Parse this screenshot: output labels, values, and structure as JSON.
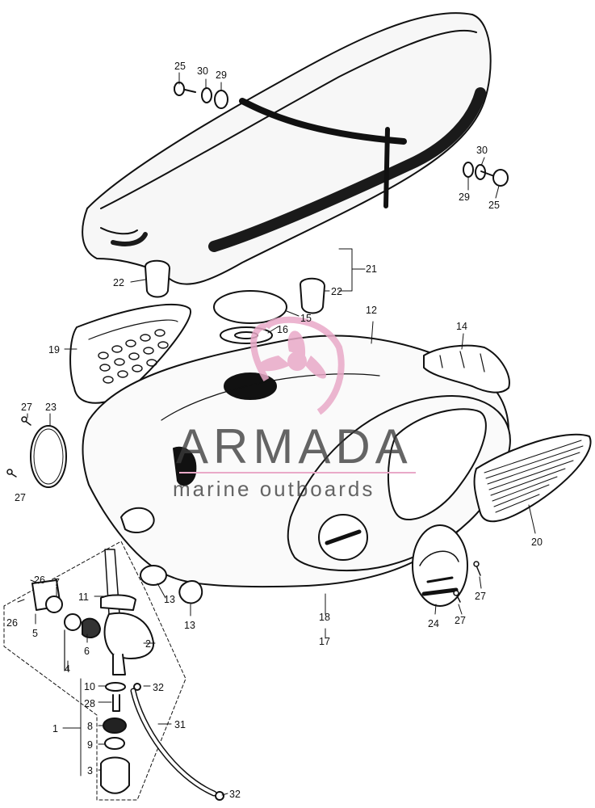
{
  "watermark": {
    "brand": "ARMADA",
    "tagline": "marine outboards",
    "accent_color": "#e9a9c8",
    "logo_icon": "propeller-logo-icon"
  },
  "callouts": [
    {
      "text": "25"
    },
    {
      "text": "30"
    },
    {
      "text": "29"
    },
    {
      "text": "30"
    },
    {
      "text": "29"
    },
    {
      "text": "25"
    },
    {
      "text": "21"
    },
    {
      "text": "22"
    },
    {
      "text": "22"
    },
    {
      "text": "15"
    },
    {
      "text": "16"
    },
    {
      "text": "12"
    },
    {
      "text": "14"
    },
    {
      "text": "19"
    },
    {
      "text": "27"
    },
    {
      "text": "23"
    },
    {
      "text": "27"
    },
    {
      "text": "20"
    },
    {
      "text": "26"
    },
    {
      "text": "7"
    },
    {
      "text": "26"
    },
    {
      "text": "5"
    },
    {
      "text": "11"
    },
    {
      "text": "13"
    },
    {
      "text": "13"
    },
    {
      "text": "18"
    },
    {
      "text": "17"
    },
    {
      "text": "24"
    },
    {
      "text": "27"
    },
    {
      "text": "27"
    },
    {
      "text": "4"
    },
    {
      "text": "6"
    },
    {
      "text": "2"
    },
    {
      "text": "10"
    },
    {
      "text": "32"
    },
    {
      "text": "28"
    },
    {
      "text": "1"
    },
    {
      "text": "8"
    },
    {
      "text": "31"
    },
    {
      "text": "9"
    },
    {
      "text": "3"
    },
    {
      "text": "32"
    }
  ]
}
